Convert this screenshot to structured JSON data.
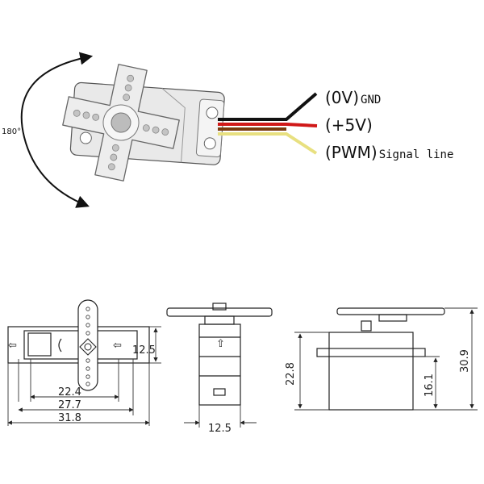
{
  "top": {
    "rotation_label": "180°",
    "wires": [
      {
        "voltage": "(0V)",
        "name": "GND",
        "color": "#111111"
      },
      {
        "voltage": "(+5V)",
        "name": "",
        "color": "#d01818"
      },
      {
        "voltage": "(PWM)",
        "name": "Signal line",
        "color": "#e8e080"
      }
    ],
    "wire_brown": "#7a3b10"
  },
  "dims": {
    "d22_4": "22.4",
    "d27_7": "27.7",
    "d31_8": "31.8",
    "d12_5_front": "12.5",
    "d12_5_side": "12.5",
    "d22_8": "22.8",
    "d16_1": "16.1",
    "d30_9": "30.9"
  }
}
